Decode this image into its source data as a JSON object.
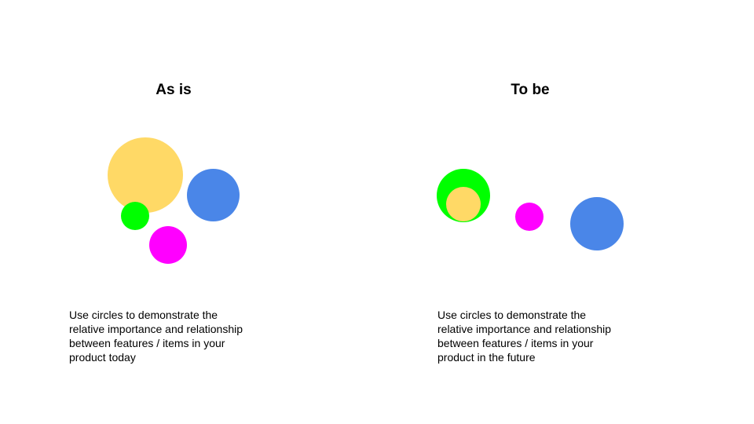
{
  "as_is": {
    "title": "As is",
    "description_lines": [
      "Use circles to demonstrate the",
      "relative importance and relationship",
      "between features / items in your",
      "product today"
    ]
  },
  "to_be": {
    "title": "To be",
    "description_lines": [
      "Use circles to demonstrate the",
      "relative importance and relationship",
      "between features / items in your",
      "product in the future"
    ]
  },
  "colors": {
    "yellow": "#FFD966",
    "blue": "#4A86E8",
    "green": "#00FF00",
    "magenta": "#FF00FF"
  }
}
